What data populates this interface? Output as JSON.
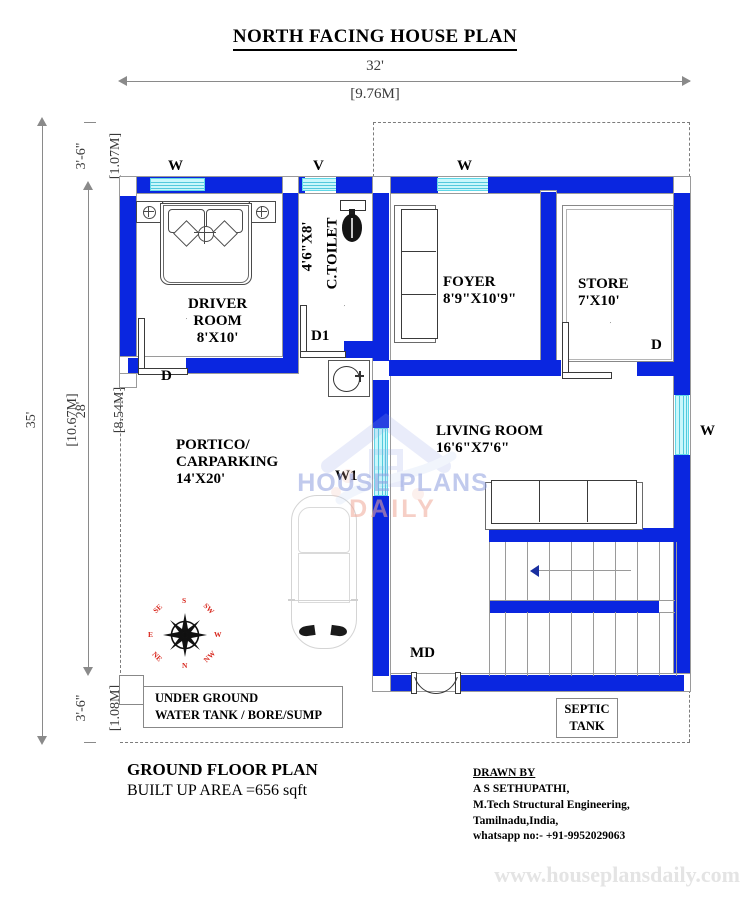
{
  "title": "NORTH FACING HOUSE PLAN",
  "dimensions": {
    "top_ft": "32'",
    "top_m": "[9.76M]",
    "left_total_ft": "35'",
    "left_total_m": "[10.67M]",
    "left_inner_ft": "28'",
    "left_inner_m": "[8.54M]",
    "setback_top_ft": "3'-6\"",
    "setback_top_m": "[1.07M]",
    "setback_bottom_ft": "3'-6\"",
    "setback_bottom_m": "[1.08M]"
  },
  "rooms": [
    {
      "id": "driver-room",
      "name": "DRIVER\nROOM",
      "line1": "DRIVER",
      "line2": "ROOM",
      "size": "8'X10'"
    },
    {
      "id": "c-toilet",
      "name": "C.TOILET",
      "size": "4'6\"X8'"
    },
    {
      "id": "foyer",
      "name": "FOYER",
      "size": "8'9\"X10'9\""
    },
    {
      "id": "store",
      "name": "STORE",
      "size": "7'X10'"
    },
    {
      "id": "portico",
      "line1": "PORTICO/",
      "line2": "CARPARKING",
      "size": "14'X20'"
    },
    {
      "id": "living-room",
      "name": "LIVING ROOM",
      "size": "16'6\"X7'6\""
    }
  ],
  "openings": {
    "window_top_left": "W",
    "vent_toilet": "V",
    "window_top_right": "W",
    "window_right": "W",
    "window_w1": "W1",
    "door_driver": "D",
    "door_d1": "D1",
    "door_store": "D",
    "main_door": "MD"
  },
  "annotations": {
    "water_tank_line1": "UNDER GROUND",
    "water_tank_line2": "WATER TANK / BORE/SUMP",
    "septic_line1": "SEPTIC",
    "septic_line2": "TANK"
  },
  "compass": {
    "n": "N",
    "s": "S",
    "e": "E",
    "w": "W",
    "ne": "NE",
    "nw": "NW",
    "se": "SE",
    "sw": "SW"
  },
  "footer": {
    "plan_label": "GROUND FLOOR PLAN",
    "built_up_area": "BUILT UP AREA =656 sqft",
    "drawn_by_label": "DRAWN BY",
    "drawn_by_name": "A S SETHUPATHI,",
    "qualification": "M.Tech Structural Engineering,",
    "location": "Tamilnadu,India,",
    "contact": "whatsapp no:- +91-9952029063"
  },
  "watermark": {
    "line1": "HOUSE PLANS",
    "line2": "DAILY",
    "url": "www.houseplansdaily.com"
  },
  "colors": {
    "wall": "#0a26e0",
    "window": "#c9f7fb",
    "compass_text": "#d8281e",
    "dimension": "#3a3a3a"
  }
}
